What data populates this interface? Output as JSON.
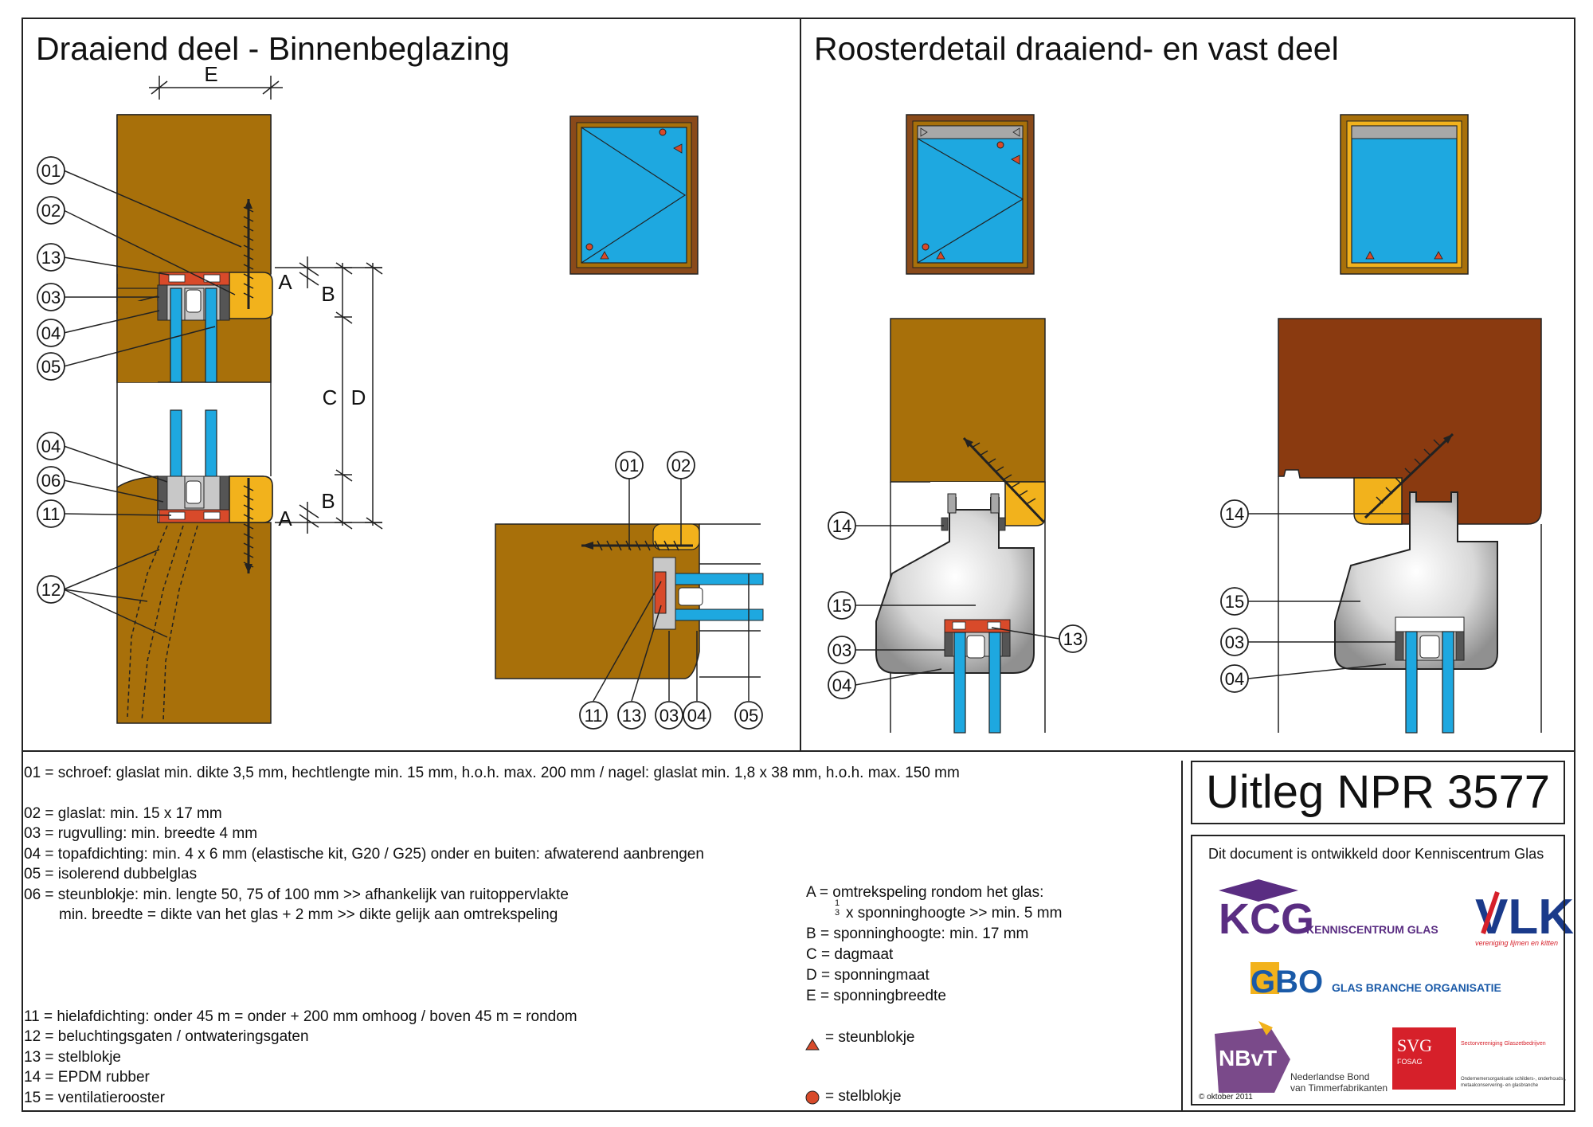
{
  "titles": {
    "left": "Draaiend deel - Binnenbeglazing",
    "right": "Roosterdetail draaiend- en vast deel"
  },
  "callouts": {
    "c01": "01",
    "c02": "02",
    "c03": "03",
    "c04": "04",
    "c05": "05",
    "c06": "06",
    "c11": "11",
    "c12": "12",
    "c13": "13",
    "c14": "14",
    "c15": "15"
  },
  "dim_labels": {
    "A": "A",
    "B": "B",
    "C": "C",
    "D": "D",
    "E": "E"
  },
  "legend": [
    "01 = schroef: glaslat min. dikte 3,5 mm, hechtlengte min. 15 mm, h.o.h. max. 200 mm / nagel: glaslat min. 1,8 x 38 mm, h.o.h. max. 150 mm",
    "02 = glaslat: min. 15 x 17 mm",
    "03 = rugvulling: min. breedte 4 mm",
    "04 = topafdichting: min. 4 x 6 mm (elastische kit, G20 / G25) onder en buiten: afwaterend aanbrengen",
    "05 = isolerend dubbelglas",
    "06 = steunblokje: min. lengte 50, 75 of 100 mm >> afhankelijk van ruitoppervlakte",
    "min. breedte = dikte van het glas + 2 mm >> dikte gelijk aan omtrekspeling",
    "11 = hielafdichting: onder 45 m = onder + 200 mm omhoog / boven 45 m = rondom",
    "12 = beluchtingsgaten / ontwateringsgaten",
    "13 = stelblokje",
    "14 = EPDM rubber",
    "15 = ventilatierooster"
  ],
  "dimensions": {
    "a": "A = omtrekspeling rondom het glas:",
    "a_sub": "x sponninghoogte >> min. 5 mm",
    "a_frac_num": "1",
    "a_frac_den": "3",
    "b": "B = sponninghoogte: min. 17 mm",
    "c": "C = dagmaat",
    "d": "D = sponningmaat",
    "e": "E = sponningbreedte"
  },
  "symbols": {
    "steun": "= steunblokje",
    "stel": "= stelblokje"
  },
  "npr_title": "Uitleg NPR 3577",
  "developed_by": "Dit document is ontwikkeld door Kenniscentrum Glas",
  "logos": {
    "kcg": "KCG",
    "kcg_sub": "KENNISCENTRUM GLAS",
    "vlk": "VLK",
    "vlk_sub": "vereniging lijmen en kitten",
    "gbo": "GBO",
    "gbo_sub": "GLAS BRANCHE ORGANISATIE",
    "nbvt": "NBvT",
    "nbvt_sub1": "Nederlandse Bond",
    "nbvt_sub2": "van Timmerfabrikanten",
    "svg": "SVG",
    "svg_sub": "FOSAG",
    "svg_tag": "Sectorvereniging Glaszetbedrijven",
    "svg_desc1": "Ondernemersorganisatie schilders-, onderhouds-,",
    "svg_desc2": "metaalconservering- en glasbranche"
  },
  "copyright": "© oktober 2011",
  "colors": {
    "wood": "#a8700a",
    "wood_dark": "#8a4a1a",
    "glass": "#1ea8e0",
    "bead": "#f2b21c",
    "seal": "#d84a2a",
    "grey": "#a8a8a8",
    "frame_brown": "#8a4a1a",
    "kcg_purple": "#5a2d82",
    "vlk_blue": "#1a3a8a",
    "vlk_red": "#d6202a",
    "gbo_blue": "#1a5aa8",
    "nbvt_purple": "#7a4a8a",
    "svg_red": "#d6202a"
  }
}
